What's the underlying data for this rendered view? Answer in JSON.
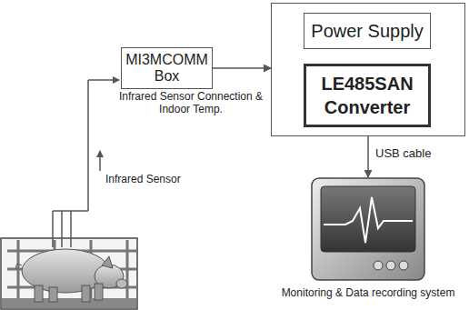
{
  "diagram": {
    "nodes": [
      {
        "text": [
          "MI3MCOMM Box"
        ]
      },
      {
        "text": []
      },
      {
        "text": [
          "Power Supply"
        ],
        "in": 1
      },
      {
        "text": [
          "LE485SAN Converter"
        ],
        "in": 1
      },
      {
        "text": [
          "Monitoring & Data recording system"
        ]
      }
    ],
    "edges": [
      {
        "from": 0,
        "to": 1,
        "arrow": "to"
      },
      {
        "from": 1,
        "to": 4,
        "arrow": "to",
        "label": "USB cable"
      }
    ],
    "labels": [
      "Infrared Sensor Connection & Indoor Temp.",
      "Infrared Sensor"
    ]
  }
}
